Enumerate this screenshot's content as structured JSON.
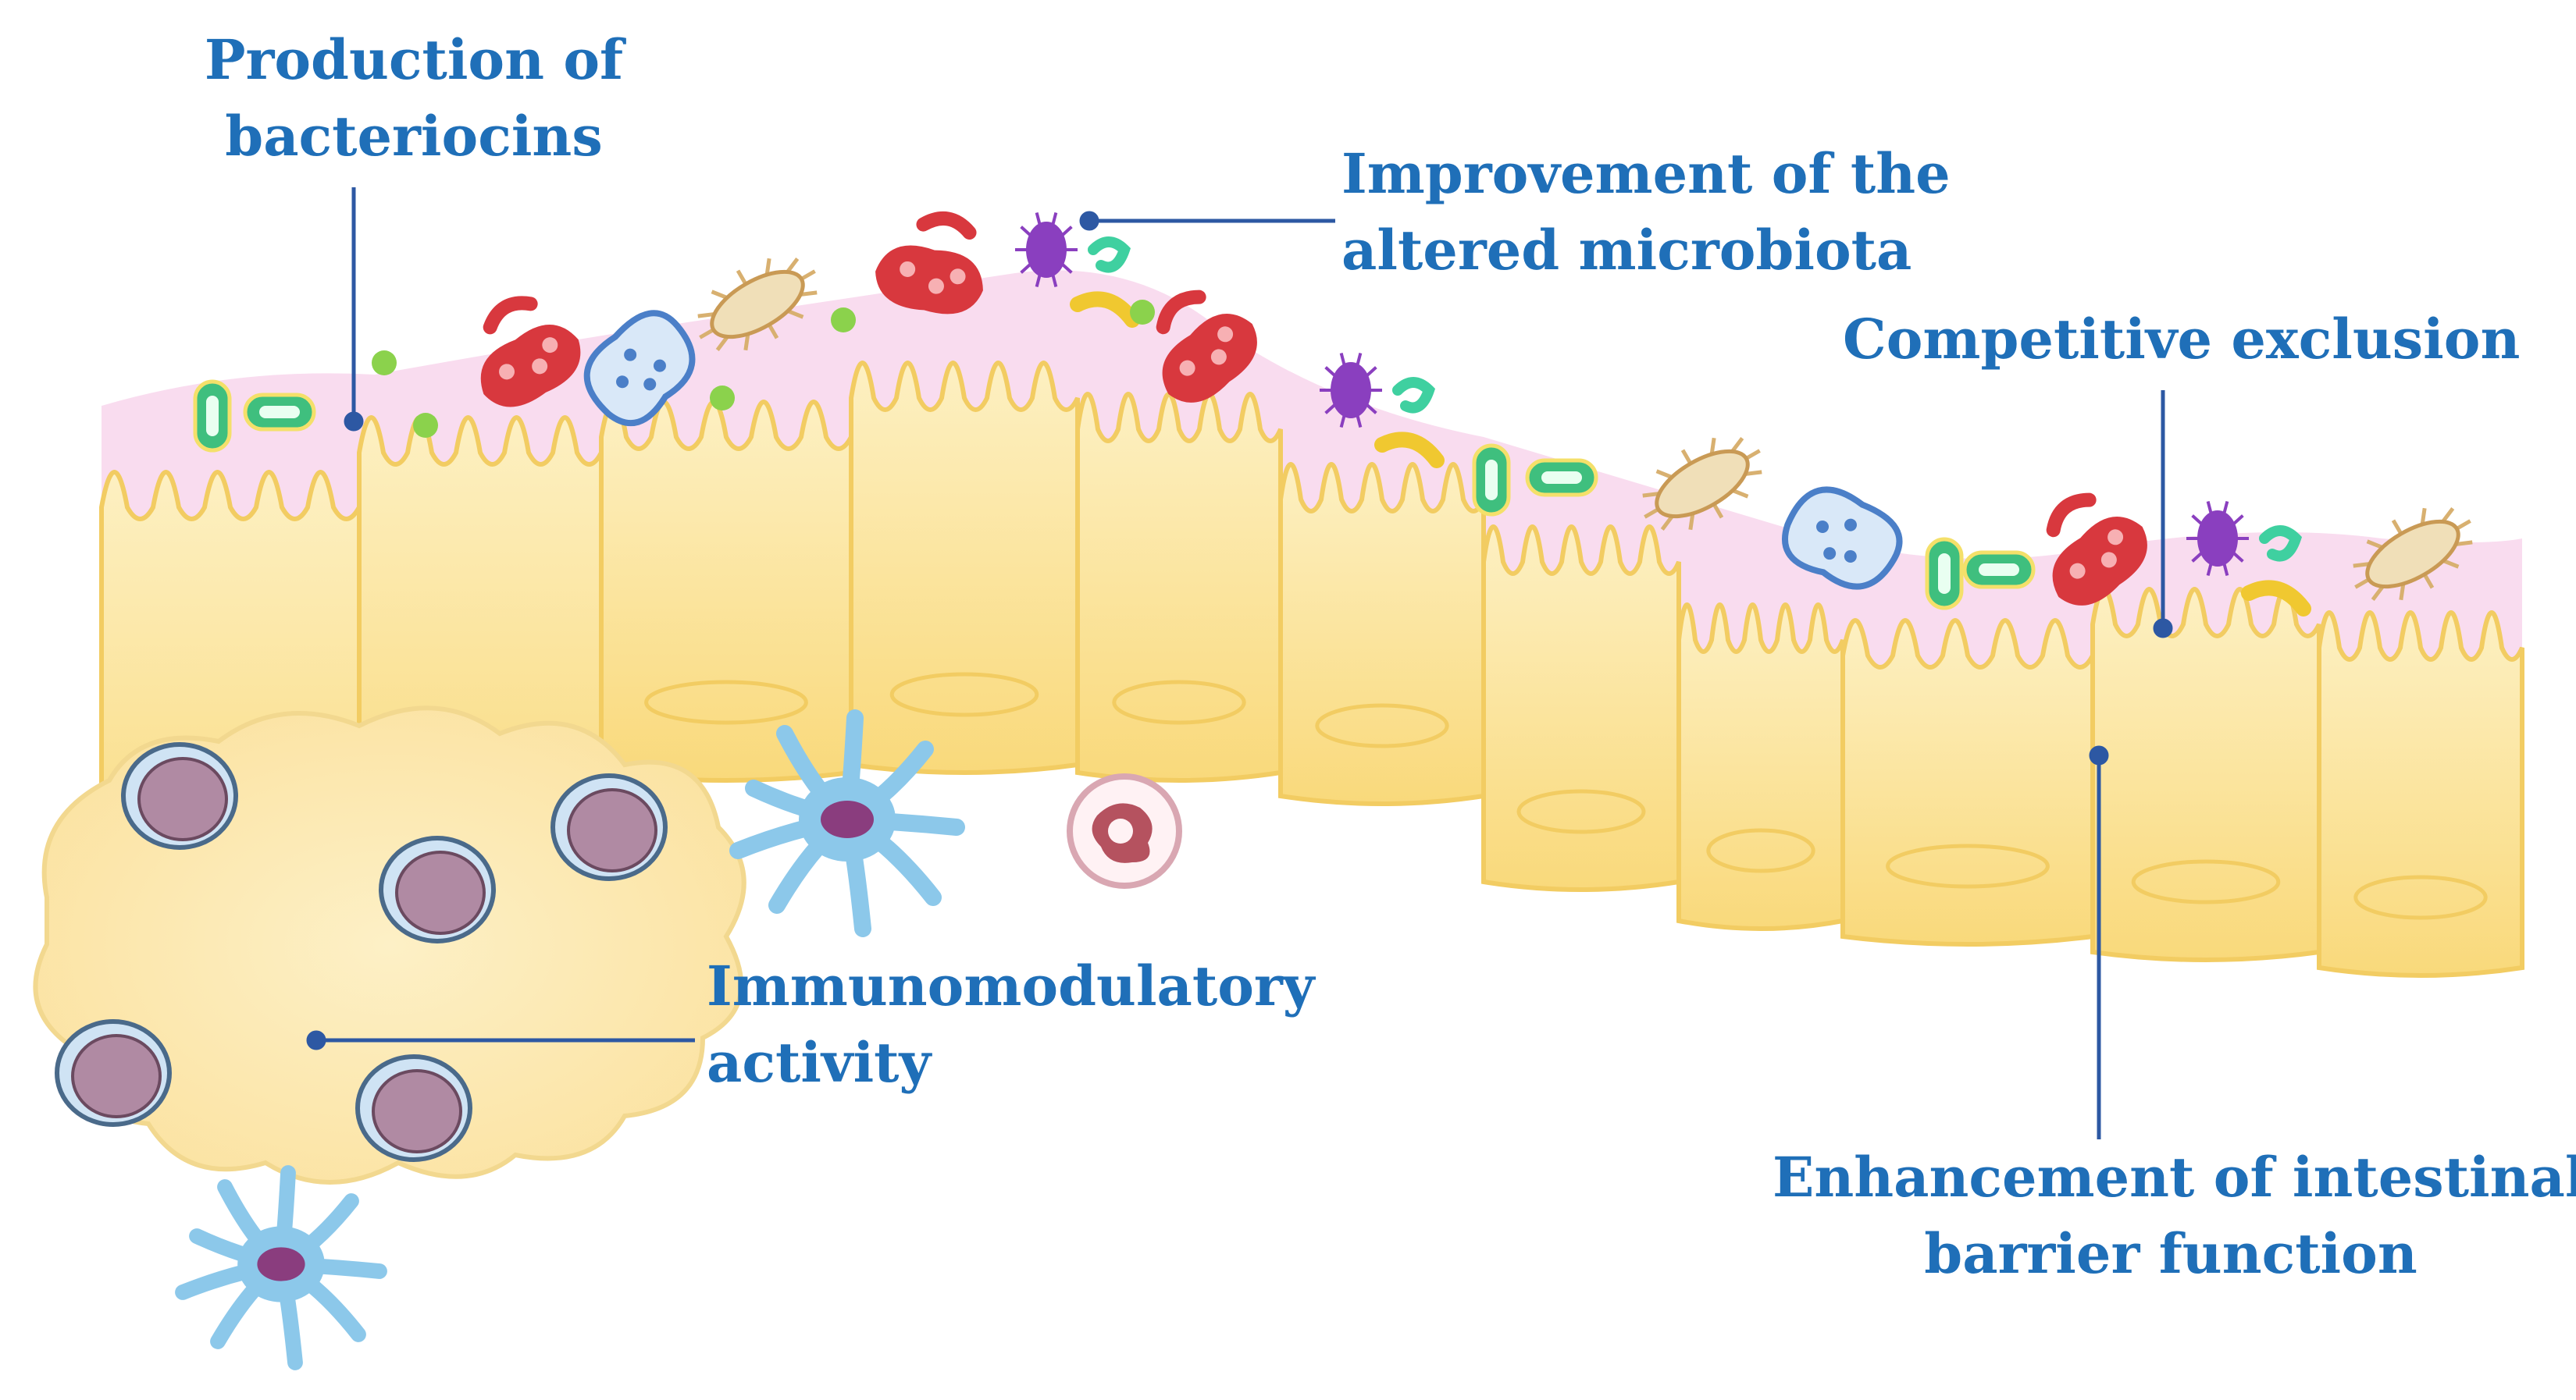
{
  "labels": {
    "bacteriocins": [
      "Production of",
      "bacteriocins"
    ],
    "microbiota": [
      "Improvement of the",
      "altered microbiota"
    ],
    "competitive": [
      "Competitive exclusion"
    ],
    "immuno": [
      "Immunomodulatory",
      "activity"
    ],
    "barrier": [
      "Enhancement of intestinal",
      "barrier function"
    ]
  },
  "colors": {
    "label_text": "#1f6fb8",
    "leader_line": "#2d58a3",
    "epithelium": "#fbe39a",
    "mucus": "#f9dcef",
    "red_bacteria": "#d8383e",
    "blue_bacteria": "#b9d3ef",
    "green_bacteria": "#3fbf7e",
    "purple_bacteria": "#8a3fbf",
    "dendritic_cell": "#8cc8ea"
  },
  "icons": [
    "rod-bacterium-icon",
    "spirillum-bacterium-icon",
    "flagellated-bacterium-icon",
    "bacteriocin-dot-icon",
    "dendritic-cell-icon",
    "immune-cell-icon",
    "neutrophil-icon"
  ]
}
